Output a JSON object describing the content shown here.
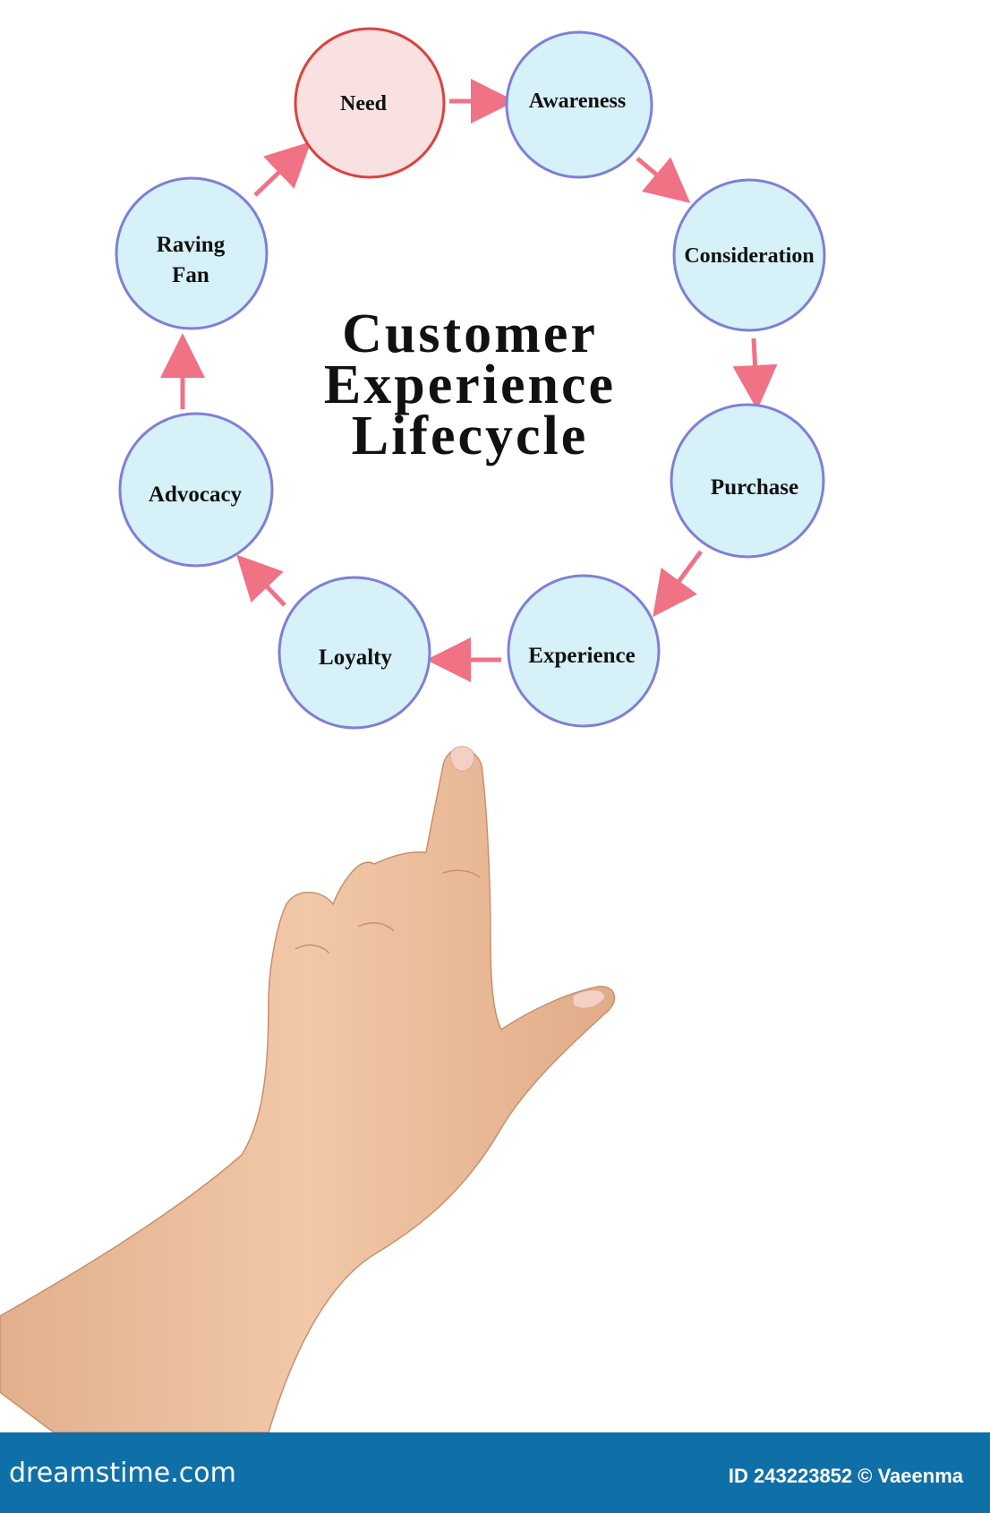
{
  "diagram": {
    "title_lines": [
      "Customer",
      "Experience",
      "Lifecycle"
    ],
    "nodes": [
      {
        "label_lines": [
          "Need"
        ],
        "highlighted": true
      },
      {
        "label_lines": [
          "Awareness"
        ],
        "highlighted": false
      },
      {
        "label_lines": [
          "Consideration"
        ],
        "highlighted": false
      },
      {
        "label_lines": [
          "Purchase"
        ],
        "highlighted": false
      },
      {
        "label_lines": [
          "Experience"
        ],
        "highlighted": false
      },
      {
        "label_lines": [
          "Loyalty"
        ],
        "highlighted": false
      },
      {
        "label_lines": [
          "Advocacy"
        ],
        "highlighted": false
      },
      {
        "label_lines": [
          "Raving",
          "Fan"
        ],
        "highlighted": false
      }
    ],
    "colors": {
      "node_fill": "#d6f1f8",
      "node_stroke": "#7f7fd8",
      "highlight_fill": "#f9e0e1",
      "highlight_stroke": "#d9443f",
      "arrow": "#ef7285"
    }
  },
  "footer": {
    "brand": "dreamstime.com",
    "credit": "ID 243223852 © Vaeenma",
    "background": "#0f70a8"
  }
}
